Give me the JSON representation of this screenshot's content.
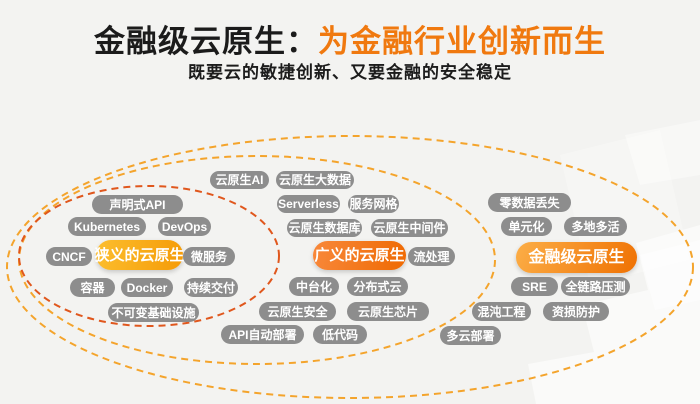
{
  "title": {
    "prefix": "金融级云原生：",
    "highlight": "为金融行业创新而生"
  },
  "subtitle": "既要云的敏捷创新、又要金融的安全稳定",
  "colors": {
    "background": "#f3f3f1",
    "title_black": "#1b1b1b",
    "title_orange": "#f0790f",
    "pill_gray": "#8d8d8d",
    "pill_text": "#ffffff",
    "center_narrow_gradient": [
      "#fcbe2e",
      "#f59b07"
    ],
    "center_broad_gradient": [
      "#f8883a",
      "#ef6a02"
    ],
    "center_financial_gradient": [
      "#fcae47",
      "#ef7102"
    ],
    "ellipse_inner_stroke": "#e0571d",
    "ellipse_outer_stroke": "#f4a42c"
  },
  "clusters": {
    "narrow": {
      "center": "狭义的云原生",
      "tags": [
        "声明式API",
        "Kubernetes",
        "DevOps",
        "CNCF",
        "微服务",
        "容器",
        "Docker",
        "持续交付",
        "不可变基础设施"
      ]
    },
    "broad": {
      "center": "广义的云原生",
      "tags": [
        "云原生AI",
        "云原生大数据",
        "Serverless",
        "服务网格",
        "云原生数据库",
        "云原生中间件",
        "流处理",
        "中台化",
        "分布式云",
        "云原生安全",
        "云原生芯片",
        "API自动部署",
        "低代码"
      ]
    },
    "financial": {
      "center": "金融级云原生",
      "tags": [
        "零数据丢失",
        "单元化",
        "多地多活",
        "SRE",
        "全链路压测",
        "混沌工程",
        "资损防护",
        "多云部署"
      ]
    }
  }
}
